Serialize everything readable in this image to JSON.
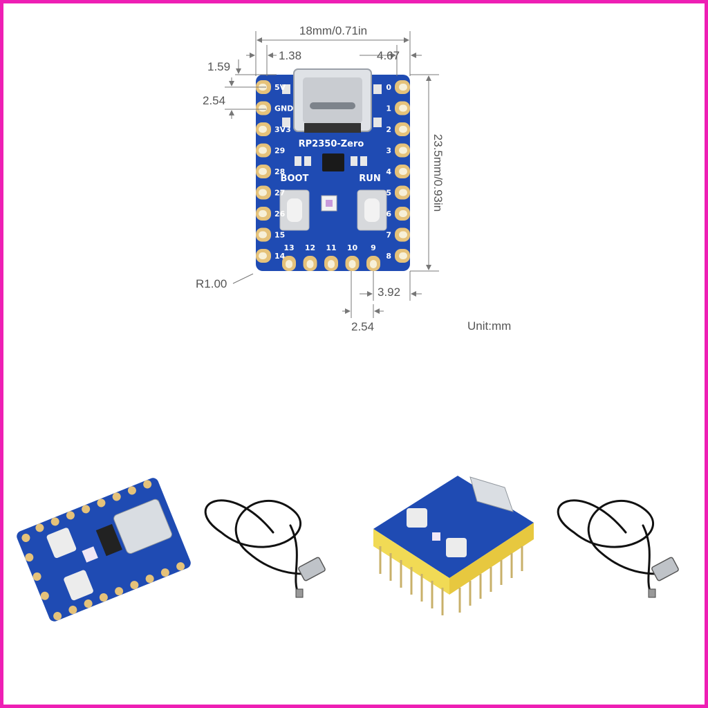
{
  "frame_color": "#ee1fb4",
  "pcb_color": "#1f4bb3",
  "board": {
    "name": "RP2350-Zero",
    "boot_label": "BOOT",
    "run_label": "RUN",
    "left_pins": [
      "5V",
      "GND",
      "3V3",
      "29",
      "28",
      "27",
      "26",
      "15",
      "14"
    ],
    "right_pins": [
      "0",
      "1",
      "2",
      "3",
      "4",
      "5",
      "6",
      "7",
      "8"
    ],
    "bottom_pins": [
      "13",
      "12",
      "11",
      "10",
      "9"
    ]
  },
  "dimensions": {
    "width": "18mm/0.71in",
    "height": "23.5mm/0.93in",
    "left_offset": "1.38",
    "right_offset": "4.67",
    "top_offset": "1.59",
    "pitch_left": "2.54",
    "corner_radius": "R1.00",
    "bottom_right_offset": "3.92",
    "pitch_bottom": "2.54",
    "unit": "Unit:mm"
  },
  "photos": {
    "board_angled": "board-photo",
    "cable": "usb-c-cable",
    "board_headers": "board-with-headers-photo"
  }
}
